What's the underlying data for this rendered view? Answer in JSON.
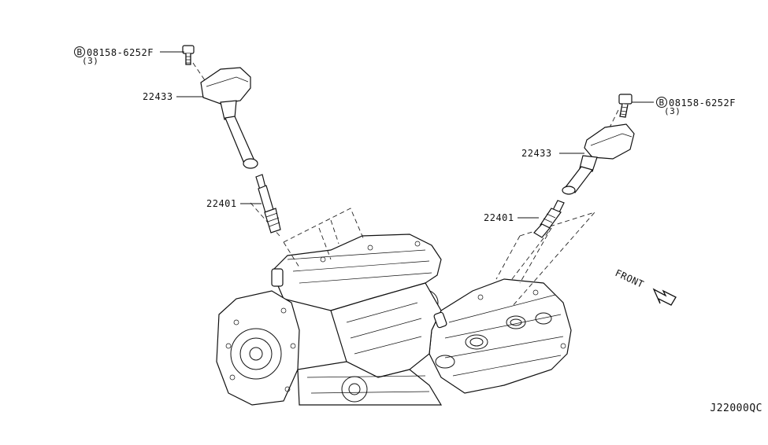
{
  "diagram": {
    "callouts": {
      "bolt_left": {
        "symbol": "B",
        "part": "08158-6252F",
        "qty": "(3)"
      },
      "bolt_right": {
        "symbol": "B",
        "part": "08158-6252F",
        "qty": "(3)"
      },
      "coil_left": "22433",
      "coil_right": "22433",
      "plug_left": "22401",
      "plug_right": "22401"
    },
    "direction_label": "FRONT",
    "diagram_code": "J22000QC"
  }
}
